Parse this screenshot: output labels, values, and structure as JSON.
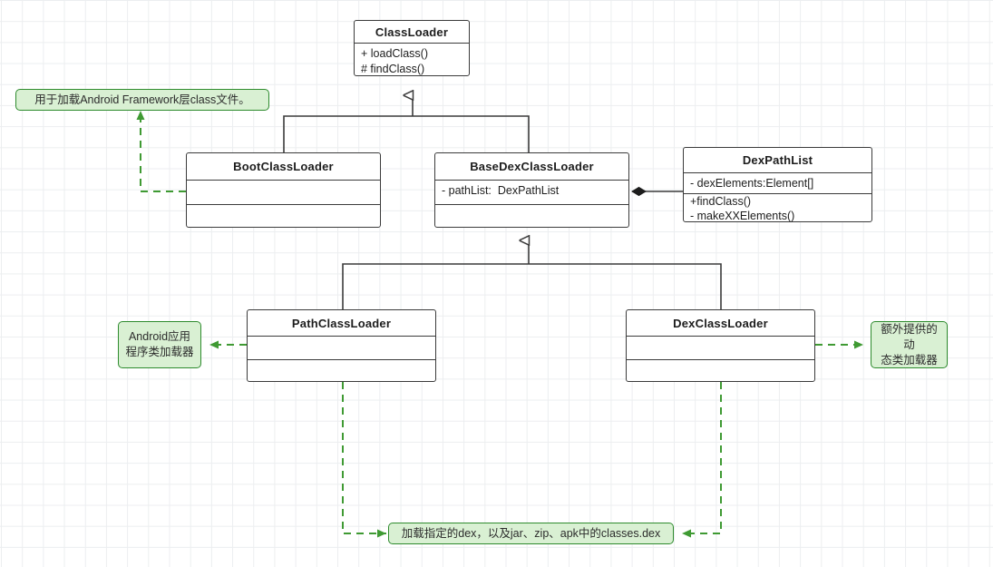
{
  "diagram": {
    "title": "Android ClassLoader UML class diagram",
    "colors": {
      "grid": "#eceef0",
      "box_border": "#3b3b3b",
      "box_fill": "#ffffff",
      "note_fill": "#d9f0d3",
      "note_border": "#2e8b2e",
      "note_link": "#3f9a33"
    },
    "classes": [
      {
        "id": "class-loader",
        "name": "ClassLoader",
        "attributes": [],
        "methods": [
          "+ loadClass()",
          "# findClass()"
        ]
      },
      {
        "id": "boot-class-loader",
        "name": "BootClassLoader",
        "attributes": [],
        "methods": []
      },
      {
        "id": "base-dex-class-loader",
        "name": "BaseDexClassLoader",
        "attributes": [
          "- pathList:  DexPathList"
        ],
        "methods": []
      },
      {
        "id": "dex-path-list",
        "name": "DexPathList",
        "attributes": [
          "- dexElements:Element[]"
        ],
        "methods": [
          "+findClass()",
          "- makeXXElements()"
        ]
      },
      {
        "id": "path-class-loader",
        "name": "PathClassLoader",
        "attributes": [],
        "methods": []
      },
      {
        "id": "dex-class-loader",
        "name": "DexClassLoader",
        "attributes": [],
        "methods": []
      }
    ],
    "notes": [
      {
        "id": "note-boot",
        "lines": [
          "用于加载Android Framework层class文件。"
        ],
        "target": "BootClassLoader"
      },
      {
        "id": "note-path",
        "lines": [
          "Android应用",
          "程序类加载器"
        ],
        "target": "PathClassLoader"
      },
      {
        "id": "note-dex",
        "lines": [
          "额外提供的动",
          "态类加载器"
        ],
        "target": "DexClassLoader"
      },
      {
        "id": "note-bottom",
        "lines": [
          "加载指定的dex，以及jar、zip、apk中的classes.dex"
        ],
        "target": "PathClassLoader / DexClassLoader"
      }
    ],
    "relations": [
      {
        "type": "generalization",
        "from": "BootClassLoader",
        "to": "ClassLoader"
      },
      {
        "type": "generalization",
        "from": "BaseDexClassLoader",
        "to": "ClassLoader"
      },
      {
        "type": "generalization",
        "from": "PathClassLoader",
        "to": "BaseDexClassLoader"
      },
      {
        "type": "generalization",
        "from": "DexClassLoader",
        "to": "BaseDexClassLoader"
      },
      {
        "type": "composition",
        "from": "DexPathList",
        "to": "BaseDexClassLoader"
      },
      {
        "type": "note-link",
        "from": "BootClassLoader",
        "to": "note-boot"
      },
      {
        "type": "note-link",
        "from": "PathClassLoader",
        "to": "note-path"
      },
      {
        "type": "note-link",
        "from": "DexClassLoader",
        "to": "note-dex"
      },
      {
        "type": "note-link",
        "from": "PathClassLoader",
        "to": "note-bottom"
      },
      {
        "type": "note-link",
        "from": "DexClassLoader",
        "to": "note-bottom"
      }
    ]
  }
}
